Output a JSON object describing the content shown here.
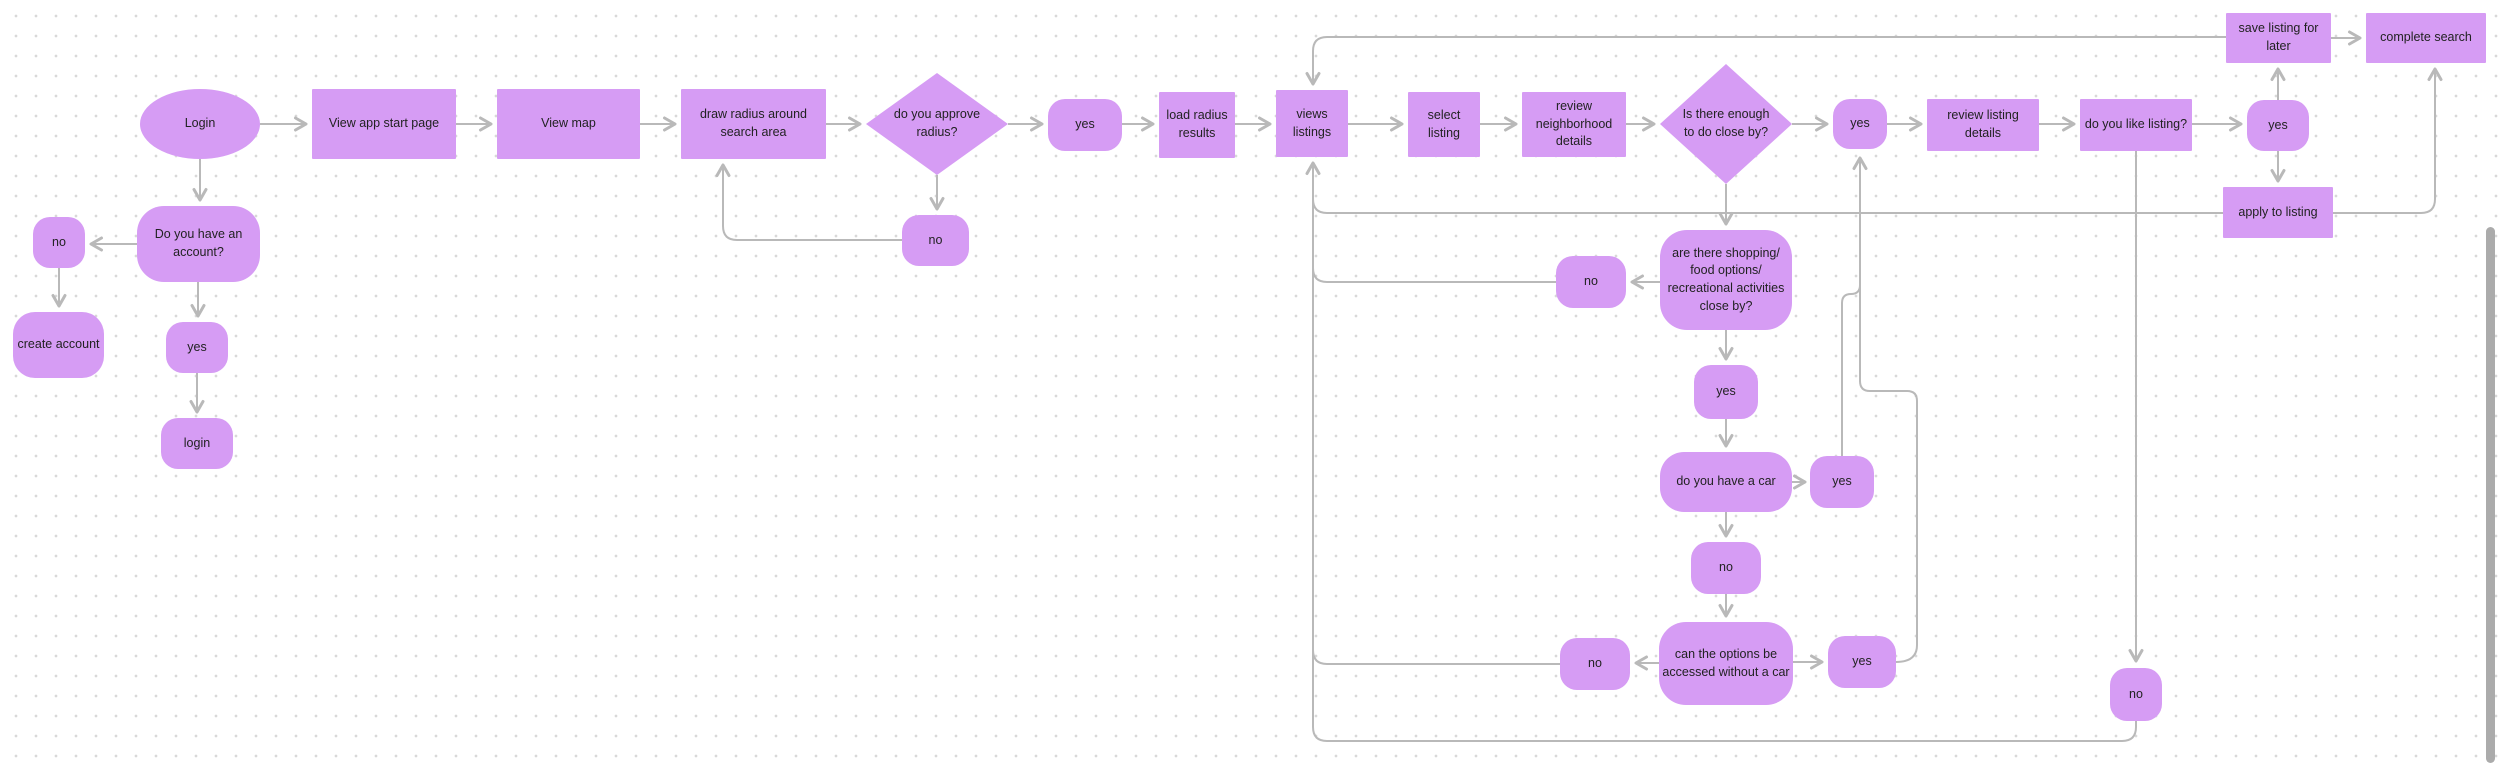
{
  "colors": {
    "node_fill": "#d69cf4",
    "connector": "#b9b9b9",
    "text": "#222222",
    "background": "#ffffff",
    "grid_dot": "#d8d8d8",
    "scrollbar": "#ababab"
  },
  "nodes": {
    "login": {
      "label": "Login"
    },
    "have_account": {
      "label": "Do you have an account?"
    },
    "have_account_no": {
      "label": "no"
    },
    "create_account": {
      "label": "create account"
    },
    "have_account_yes": {
      "label": "yes"
    },
    "login_action": {
      "label": "login"
    },
    "view_app_start_page": {
      "label": "View app start page"
    },
    "view_map": {
      "label": "View map"
    },
    "draw_radius": {
      "label": "draw radius around search area"
    },
    "approve_radius": {
      "label": "do you approve radius?"
    },
    "approve_radius_yes": {
      "label": "yes"
    },
    "approve_radius_no": {
      "label": "no"
    },
    "load_radius_results": {
      "label": "load radius results"
    },
    "views_listings": {
      "label": "views listings"
    },
    "select_listing": {
      "label": "select listing"
    },
    "review_neighborhood": {
      "label": "review neighborhood details"
    },
    "enough_to_do": {
      "label": "Is there enough to do close by?"
    },
    "enough_yes": {
      "label": "yes"
    },
    "review_listing_details": {
      "label": "review listing details"
    },
    "do_you_like_listing": {
      "label": "do you like listing?"
    },
    "like_yes": {
      "label": "yes"
    },
    "like_no": {
      "label": "no"
    },
    "save_listing": {
      "label": "save listing for later"
    },
    "complete_search": {
      "label": "complete search"
    },
    "apply_to_listing": {
      "label": "apply to listing"
    },
    "shopping_options": {
      "label": "are there shopping/ food options/ recreational activities close by?"
    },
    "shopping_no": {
      "label": "no"
    },
    "shopping_yes": {
      "label": "yes"
    },
    "have_car": {
      "label": "do you have a car"
    },
    "have_car_yes": {
      "label": "yes"
    },
    "have_car_no": {
      "label": "no"
    },
    "car_access": {
      "label": "can the options be accessed without a car"
    },
    "car_access_no": {
      "label": "no"
    },
    "car_access_yes": {
      "label": "yes"
    }
  }
}
